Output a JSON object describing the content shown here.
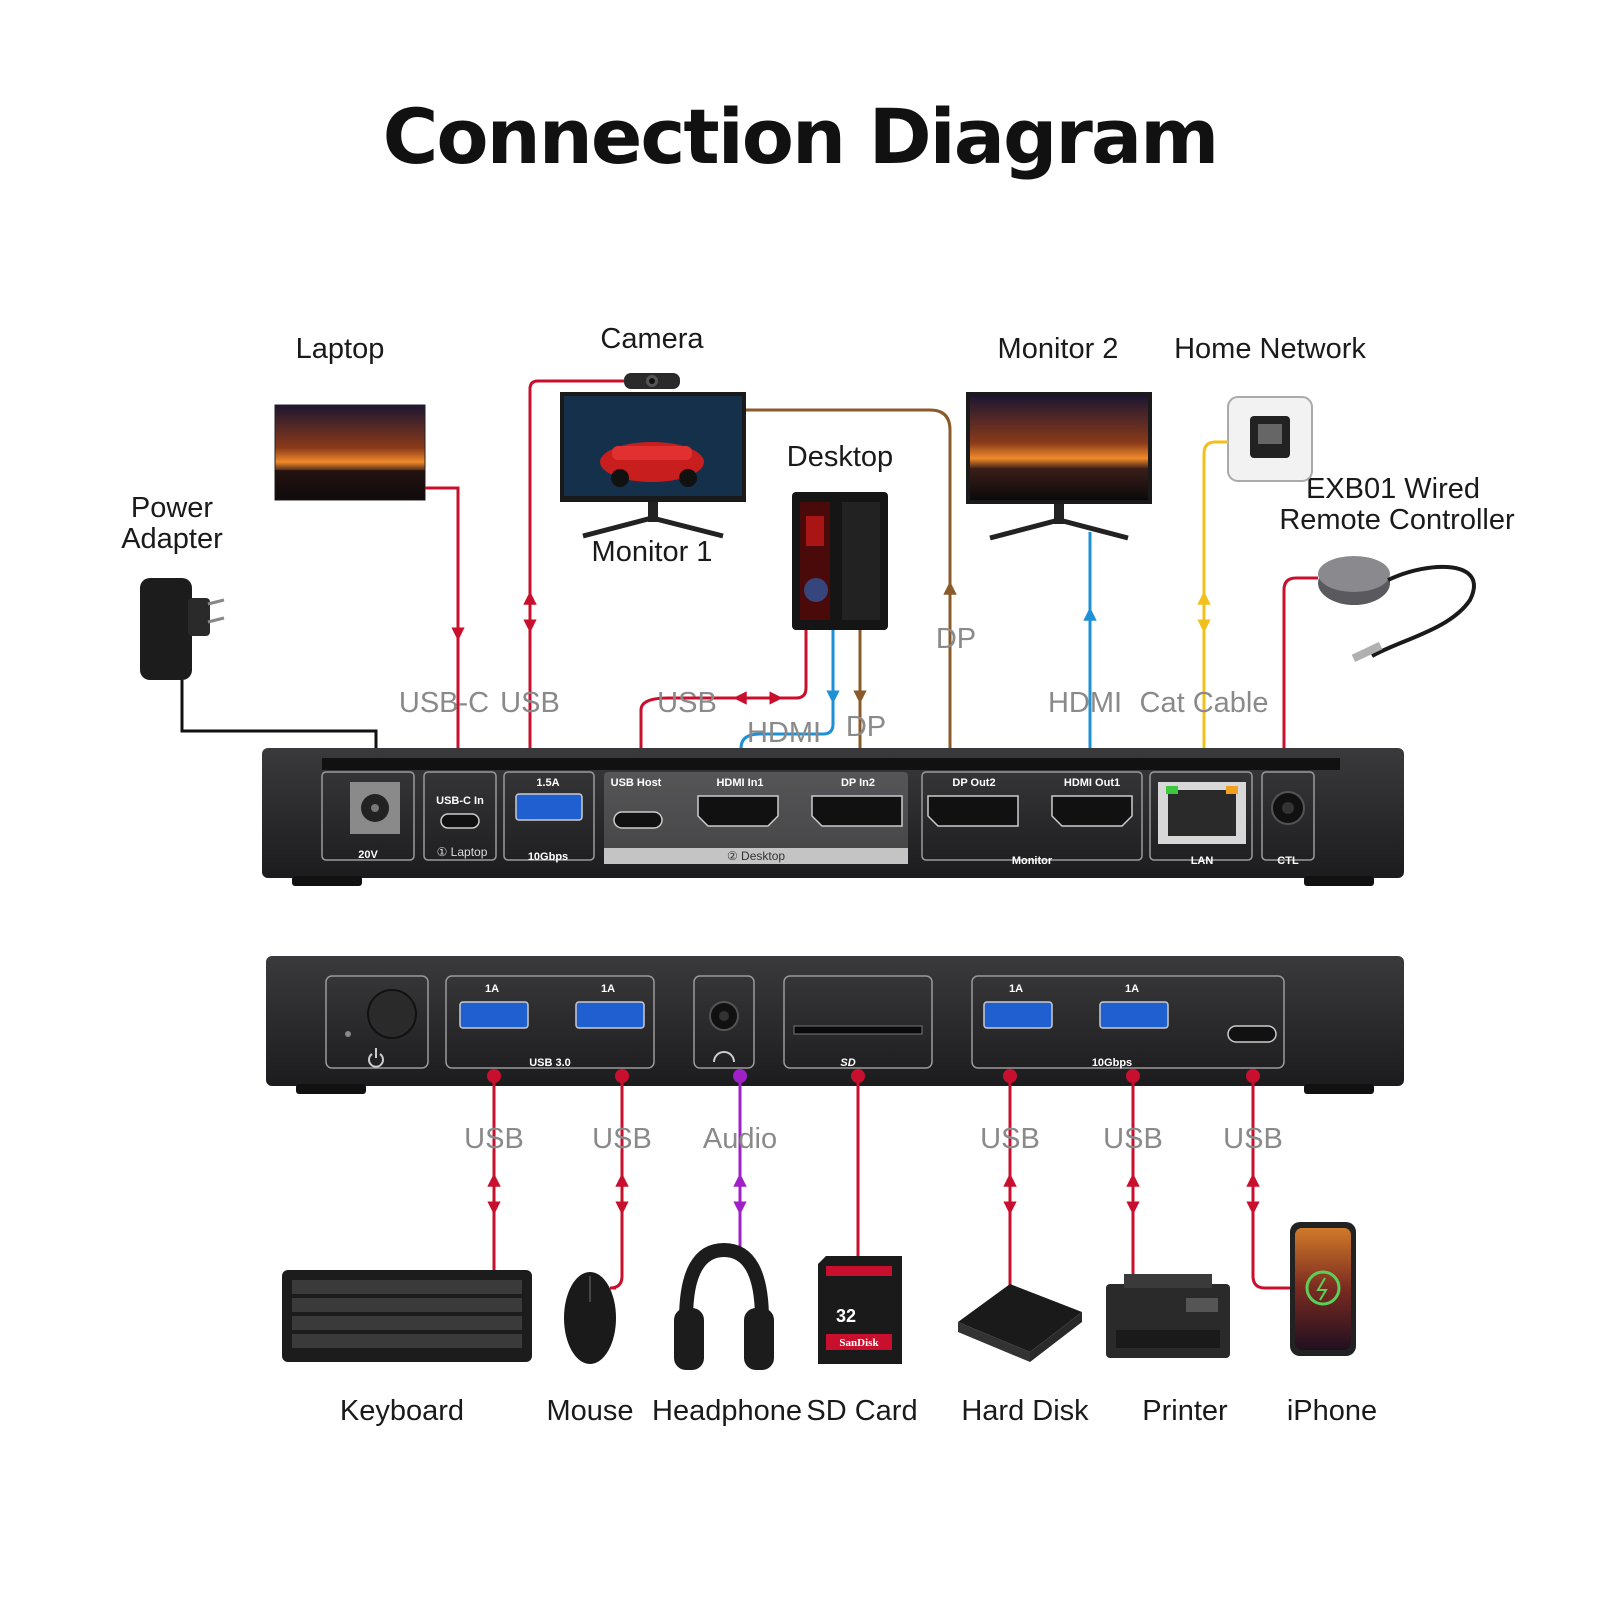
{
  "title": "Connection Diagram",
  "devices_top": {
    "laptop": "Laptop",
    "camera": "Camera",
    "monitor1": "Monitor 1",
    "desktop": "Desktop",
    "monitor2": "Monitor 2",
    "home_network": "Home Network",
    "remote_line1": "EXB01 Wired",
    "remote_line2": "Remote Controller",
    "power_line1": "Power",
    "power_line2": "Adapter"
  },
  "cables_top": {
    "usbc": "USB-C",
    "usb": "USB",
    "usb_host": "USB",
    "hdmi_in": "HDMI",
    "dp_in": "DP",
    "dp_out": "DP",
    "hdmi_out": "HDMI",
    "cat": "Cat Cable"
  },
  "rear_panel": {
    "power": "20V",
    "usbc_in": "USB-C In",
    "laptop_group": "① Laptop",
    "usb_1_5a": "1.5A",
    "usb_10g": "10Gbps",
    "usb_host": "USB Host",
    "hdmi_in1": "HDMI In1",
    "dp_in2": "DP In2",
    "desktop_group": "② Desktop",
    "dp_out2": "DP Out2",
    "hdmi_out1": "HDMI Out1",
    "monitor_group": "Monitor",
    "lan": "LAN",
    "ctl": "CTL"
  },
  "front_panel": {
    "usb_a1": "1A",
    "usb_a2": "1A",
    "usb30_group": "USB 3.0",
    "usb_a3": "1A",
    "usb_a4": "1A",
    "usb10_group": "10Gbps"
  },
  "cables_bottom": [
    "USB",
    "USB",
    "Audio",
    "USB",
    "USB",
    "USB"
  ],
  "devices_bottom": [
    "Keyboard",
    "Mouse",
    "Headphone",
    "SD Card",
    "Hard Disk",
    "Printer",
    "iPhone"
  ],
  "sd_card": {
    "capacity": "32",
    "brand": "SanDisk"
  },
  "colors": {
    "red": "#c8102e",
    "brown": "#8b5a2b",
    "blue": "#1e90d6",
    "yellow": "#f2c01a",
    "purple": "#a020c8",
    "black": "#111111"
  }
}
